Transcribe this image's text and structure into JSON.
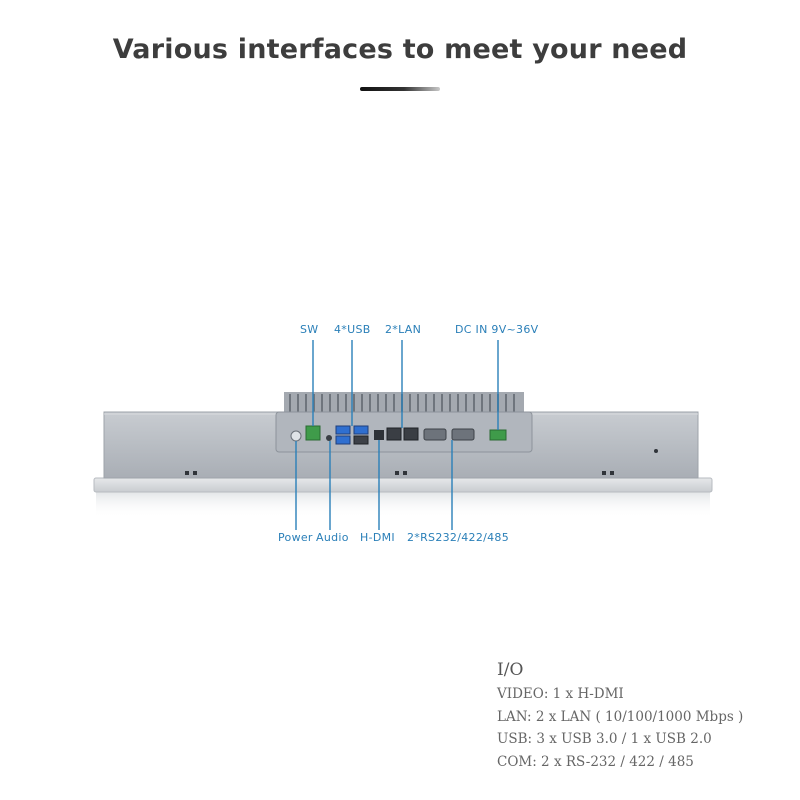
{
  "headline": "Various interfaces to meet your need",
  "product_image": {
    "labels_top": {
      "sw": "SW",
      "usb": "4*USB",
      "lan": "2*LAN",
      "dc_in": "DC IN 9V~36V"
    },
    "labels_bottom": {
      "power": "Power",
      "audio": "Audio",
      "hdmi": "H-DMI",
      "serial": "2*RS232/422/485"
    },
    "colors": {
      "callout": "#2a7fb8",
      "chassis": "#b6bbc2",
      "heatsink": "#9aa0a8",
      "terminal_green": "#3f9b4a",
      "usb_blue": "#2f6fd0"
    }
  },
  "specs": {
    "title": "I/O",
    "lines": [
      "VIDEO: 1 x H-DMI",
      "LAN: 2 x LAN  ( 10/100/1000 Mbps )",
      "USB: 3 x USB 3.0 / 1 x USB 2.0",
      "COM: 2 x RS-232 / 422 / 485"
    ]
  }
}
